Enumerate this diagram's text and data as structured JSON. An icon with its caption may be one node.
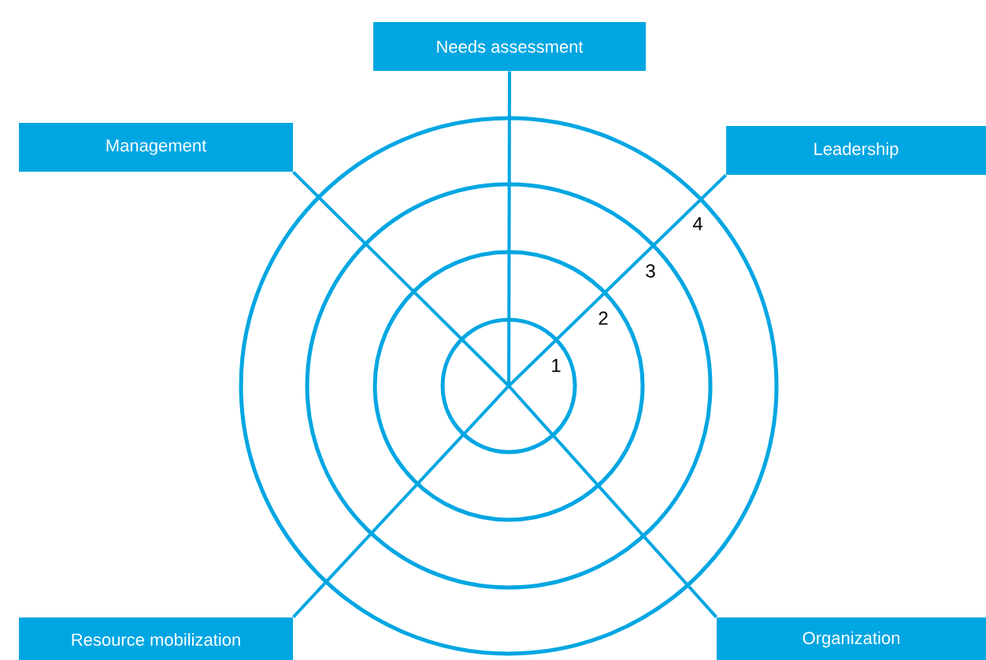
{
  "diagram": {
    "nodes": [
      {
        "text": [
          "Needs assessment"
        ]
      },
      {
        "text": [
          "Management"
        ]
      },
      {
        "text": [
          "Leadership"
        ]
      },
      {
        "text": [
          "Resource mobilization"
        ]
      },
      {
        "text": [
          "Organization"
        ]
      }
    ],
    "edges": [
      {
        "from": null,
        "to": 0,
        "arrow": "none"
      },
      {
        "from": null,
        "to": 1,
        "arrow": "none"
      },
      {
        "from": null,
        "to": 2,
        "arrow": "none"
      },
      {
        "from": null,
        "to": 3,
        "arrow": "none"
      },
      {
        "from": null,
        "to": 4,
        "arrow": "none"
      }
    ],
    "labels": [
      "1",
      "2",
      "3",
      "4"
    ]
  }
}
